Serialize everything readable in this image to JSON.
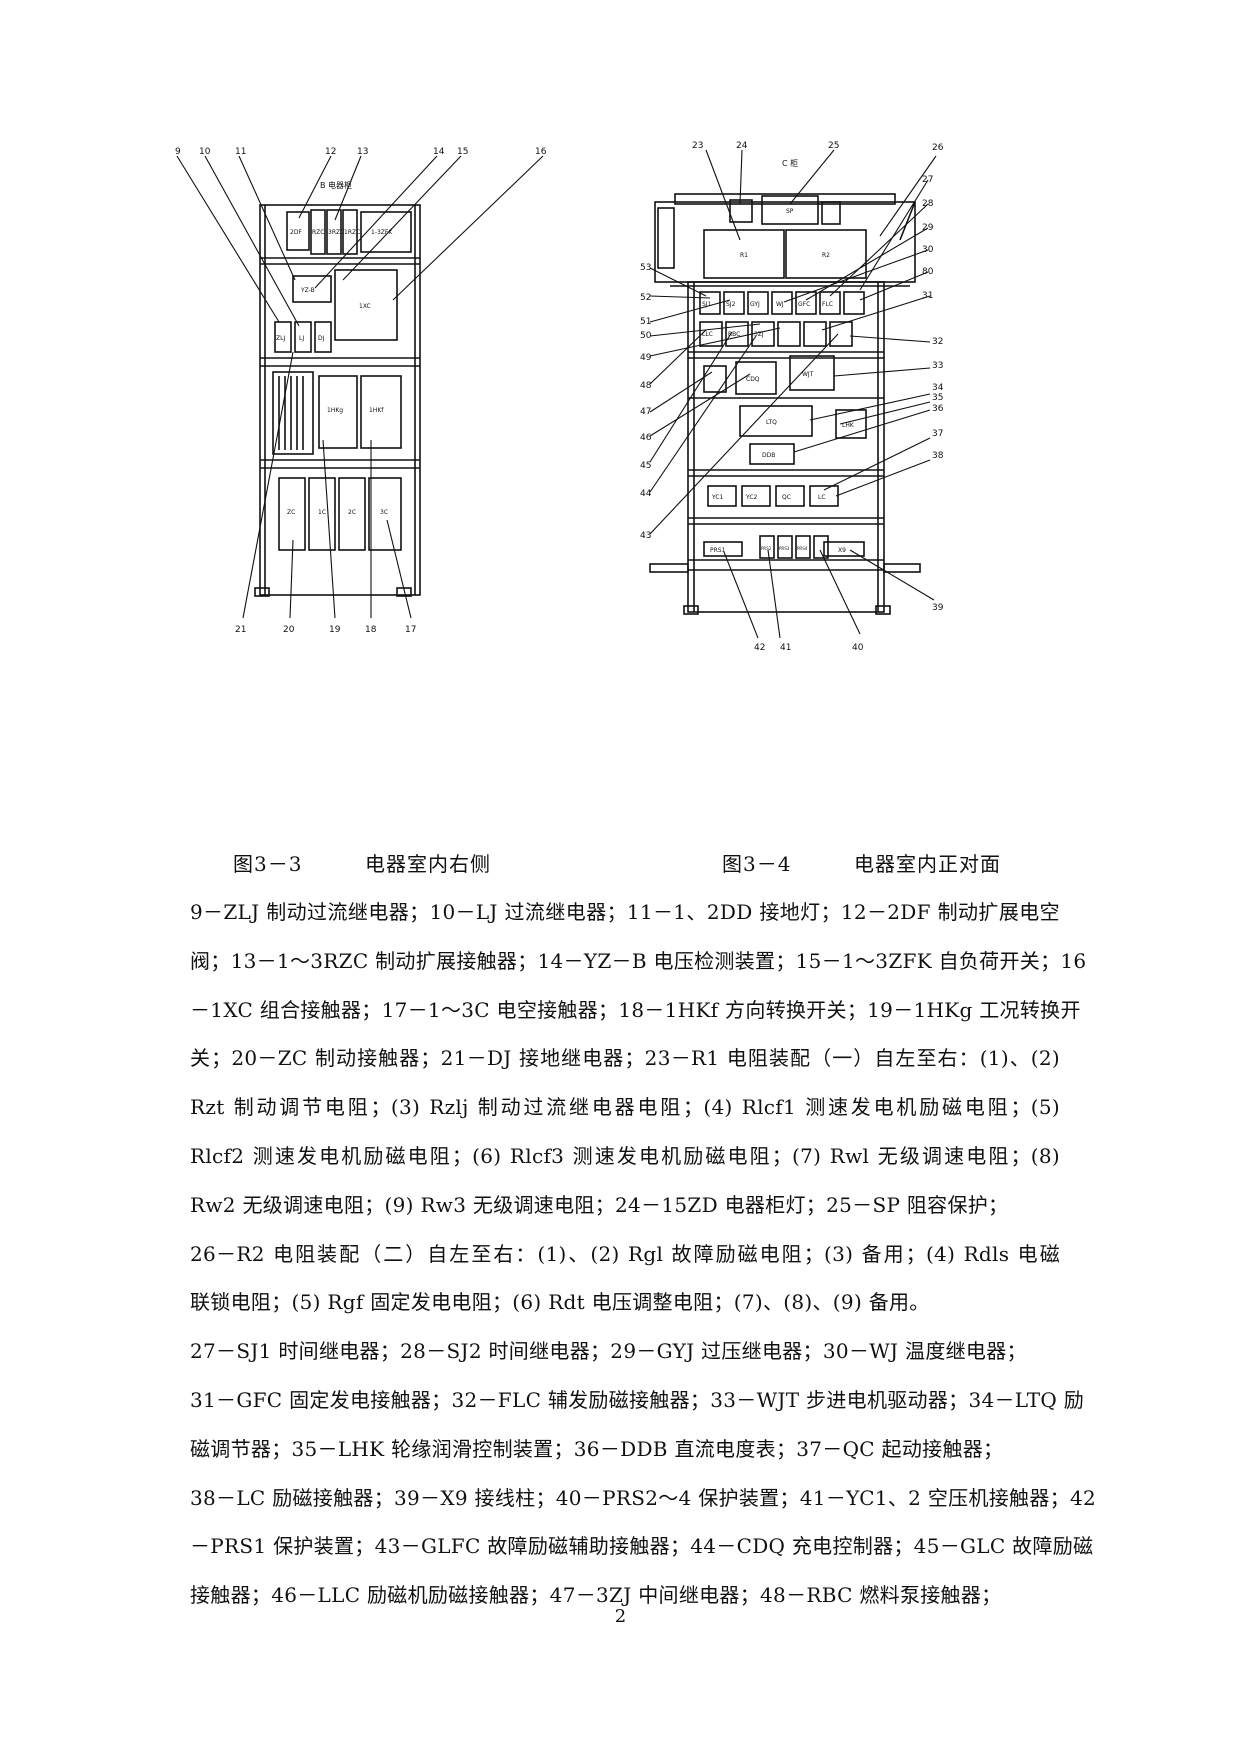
{
  "figures": {
    "left": {
      "caption_number": "图3－3",
      "caption_title": "电器室内右侧",
      "header_label": "B 电器柜",
      "callouts": [
        "9",
        "10",
        "11",
        "12",
        "13",
        "14",
        "15",
        "16",
        "21",
        "20",
        "19",
        "18",
        "17"
      ],
      "box_labels": [
        "2DF",
        "RZC",
        "3RZC",
        "1RZC",
        "1-3ZFK",
        "YZ-B",
        "1XC",
        "ZLJ",
        "LJ",
        "DJ",
        "1HKg",
        "1HKf",
        "ZC",
        "1C",
        "2C",
        "3C"
      ]
    },
    "right": {
      "caption_number": "图3－4",
      "caption_title": "电器室内正对面",
      "header_label": "C 柜",
      "callouts": [
        "23",
        "24",
        "25",
        "26",
        "27",
        "28",
        "29",
        "30",
        "80",
        "31",
        "32",
        "33",
        "34",
        "35",
        "36",
        "37",
        "38",
        "39",
        "40",
        "41",
        "42",
        "53",
        "52",
        "51",
        "50",
        "49",
        "48",
        "47",
        "46",
        "45",
        "44",
        "43"
      ],
      "box_labels": [
        "SP",
        "R1",
        "R2",
        "SJ1",
        "SJ2",
        "GYJ",
        "WJ",
        "GFC",
        "FLC",
        "LLC",
        "RBC",
        "3ZJ",
        "CDQ",
        "WJT",
        "LTQ",
        "LHK",
        "DDB",
        "YC1",
        "YC2",
        "QC",
        "LC",
        "PRS1",
        "PRS2",
        "PRS3",
        "PRS4",
        "X9"
      ]
    }
  },
  "legend_lines": [
    "9－ZLJ 制动过流继电器；10－LJ 过流继电器；11－1、2DD 接地灯；12－2DF 制动扩展电空",
    "阀；13－1～3RZC 制动扩展接触器；14－YZ－B 电压检测装置；15－1～3ZFK 自负荷开关；16",
    "－1XC 组合接触器；17－1～3C 电空接触器；18－1HKf 方向转换开关；19－1HKg 工况转换开",
    "关；20－ZC 制动接触器；21－DJ 接地继电器；23－R1 电阻装配（一）自左至右：(1)、(2)",
    "Rzt 制动调节电阻；(3) Rzlj 制动过流继电器电阻；(4) Rlcf1 测速发电机励磁电阻；(5)",
    "Rlcf2 测速发电机励磁电阻；(6) Rlcf3 测速发电机励磁电阻；(7) Rwl 无级调速电阻；(8)",
    "Rw2 无级调速电阻；(9) Rw3 无级调速电阻；24－15ZD 电器柜灯；25－SP 阻容保护；",
    "26－R2 电阻装配（二）自左至右：(1)、(2) Rgl 故障励磁电阻；(3) 备用；(4) Rdls 电磁",
    "联锁电阻；(5) Rgf 固定发电电阻；(6) Rdt 电压调整电阻；(7)、(8)、(9) 备用。",
    "27－SJ1 时间继电器；28－SJ2 时间继电器；29－GYJ 过压继电器；30－WJ 温度继电器；",
    "31－GFC 固定发电接触器；32－FLC 辅发励磁接触器；33－WJT 步进电机驱动器；34－LTQ 励",
    "磁调节器；35－LHK 轮缘润滑控制装置；36－DDB 直流电度表；37－QC 起动接触器；",
    "38－LC 励磁接触器；39－X9 接线柱；40－PRS2～4 保护装置；41－YC1、2 空压机接触器；42",
    "－PRS1 保护装置；43－GLFC 故障励磁辅助接触器；44－CDQ 充电控制器；45－GLC 故障励磁",
    "接触器；46－LLC 励磁机励磁接触器；47－3ZJ 中间继电器；48－RBC 燃料泵接触器；"
  ],
  "page_number": "2"
}
